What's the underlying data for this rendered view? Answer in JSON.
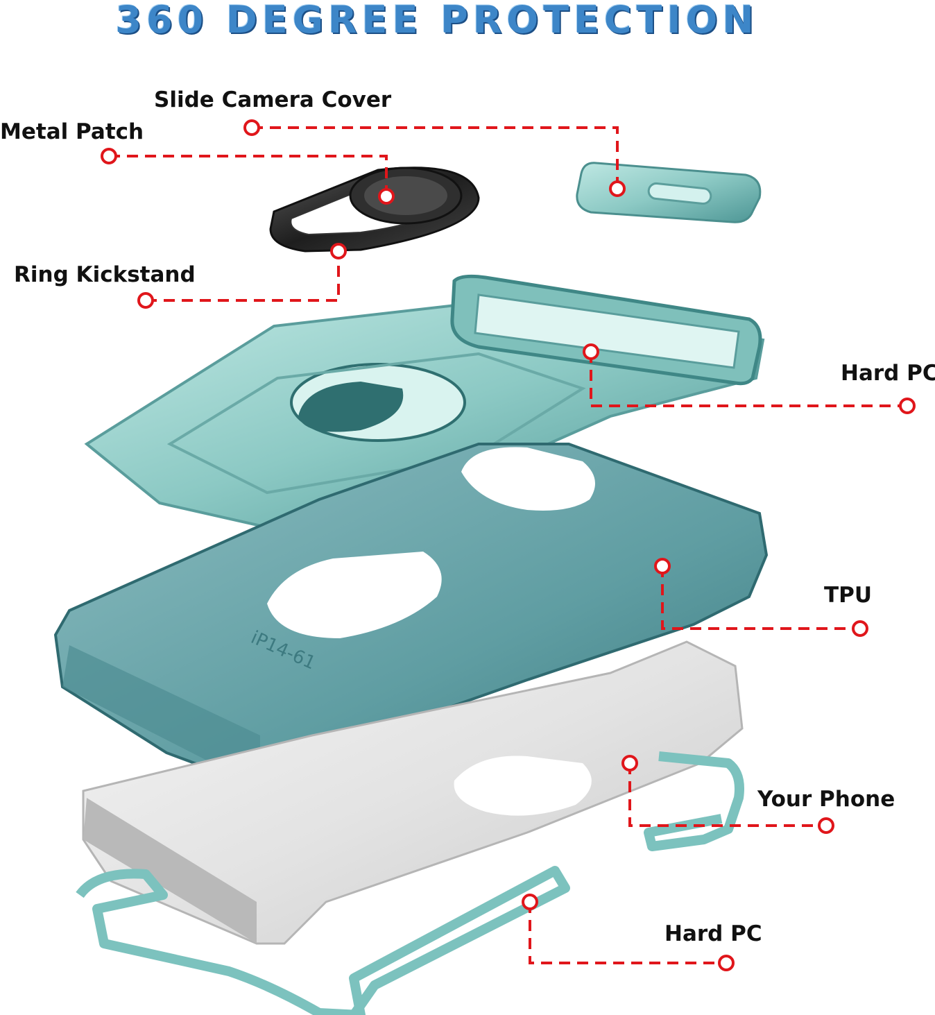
{
  "title": "360 DEGREE PROTECTION",
  "labels": {
    "slide_camera_cover": "Slide Camera Cover",
    "metal_patch": "Metal Patch",
    "ring_kickstand": "Ring Kickstand",
    "hard_pc_top": "Hard PC",
    "tpu": "TPU",
    "your_phone": "Your Phone",
    "hard_pc_bottom": "Hard PC"
  },
  "case_marking": "iP14-61",
  "colors": {
    "title": "#3d86c8",
    "callout_line": "#e0161b",
    "case_teal": "#5fa7a6",
    "case_light": "#a9ddd9",
    "ring_dark": "#2b2b2b"
  }
}
